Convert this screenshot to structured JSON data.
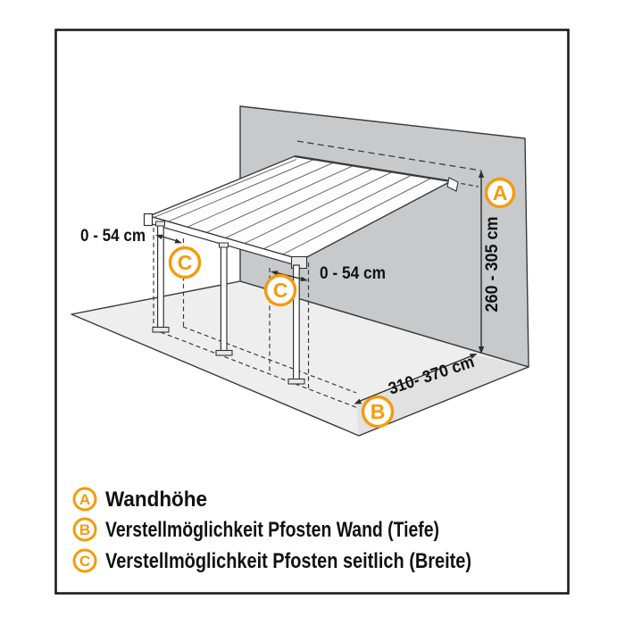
{
  "diagram": {
    "title_hint": "patio-cover-dimension-diagram",
    "markers": {
      "a": "A",
      "b": "B",
      "c": "C"
    },
    "dim_wall_height": "260 - 305 cm",
    "dim_depth": "310- 370 cm",
    "dim_side_left": "0 - 54 cm",
    "dim_side_right": "0 - 54 cm"
  },
  "legend": {
    "items": [
      {
        "letter": "A",
        "label": "Wandhöhe"
      },
      {
        "letter": "B",
        "label": "Verstellmöglichkeit Pfosten Wand (Tiefe)"
      },
      {
        "letter": "C",
        "label": "Verstellmöglichkeit Pfosten seitlich (Breite)"
      }
    ]
  },
  "colors": {
    "orange": "#F49B0C",
    "wall": "#c8c9cb",
    "floor": "#eeeeef",
    "line": "#333333",
    "text": "#111111",
    "frame": "#1c1c1c"
  }
}
